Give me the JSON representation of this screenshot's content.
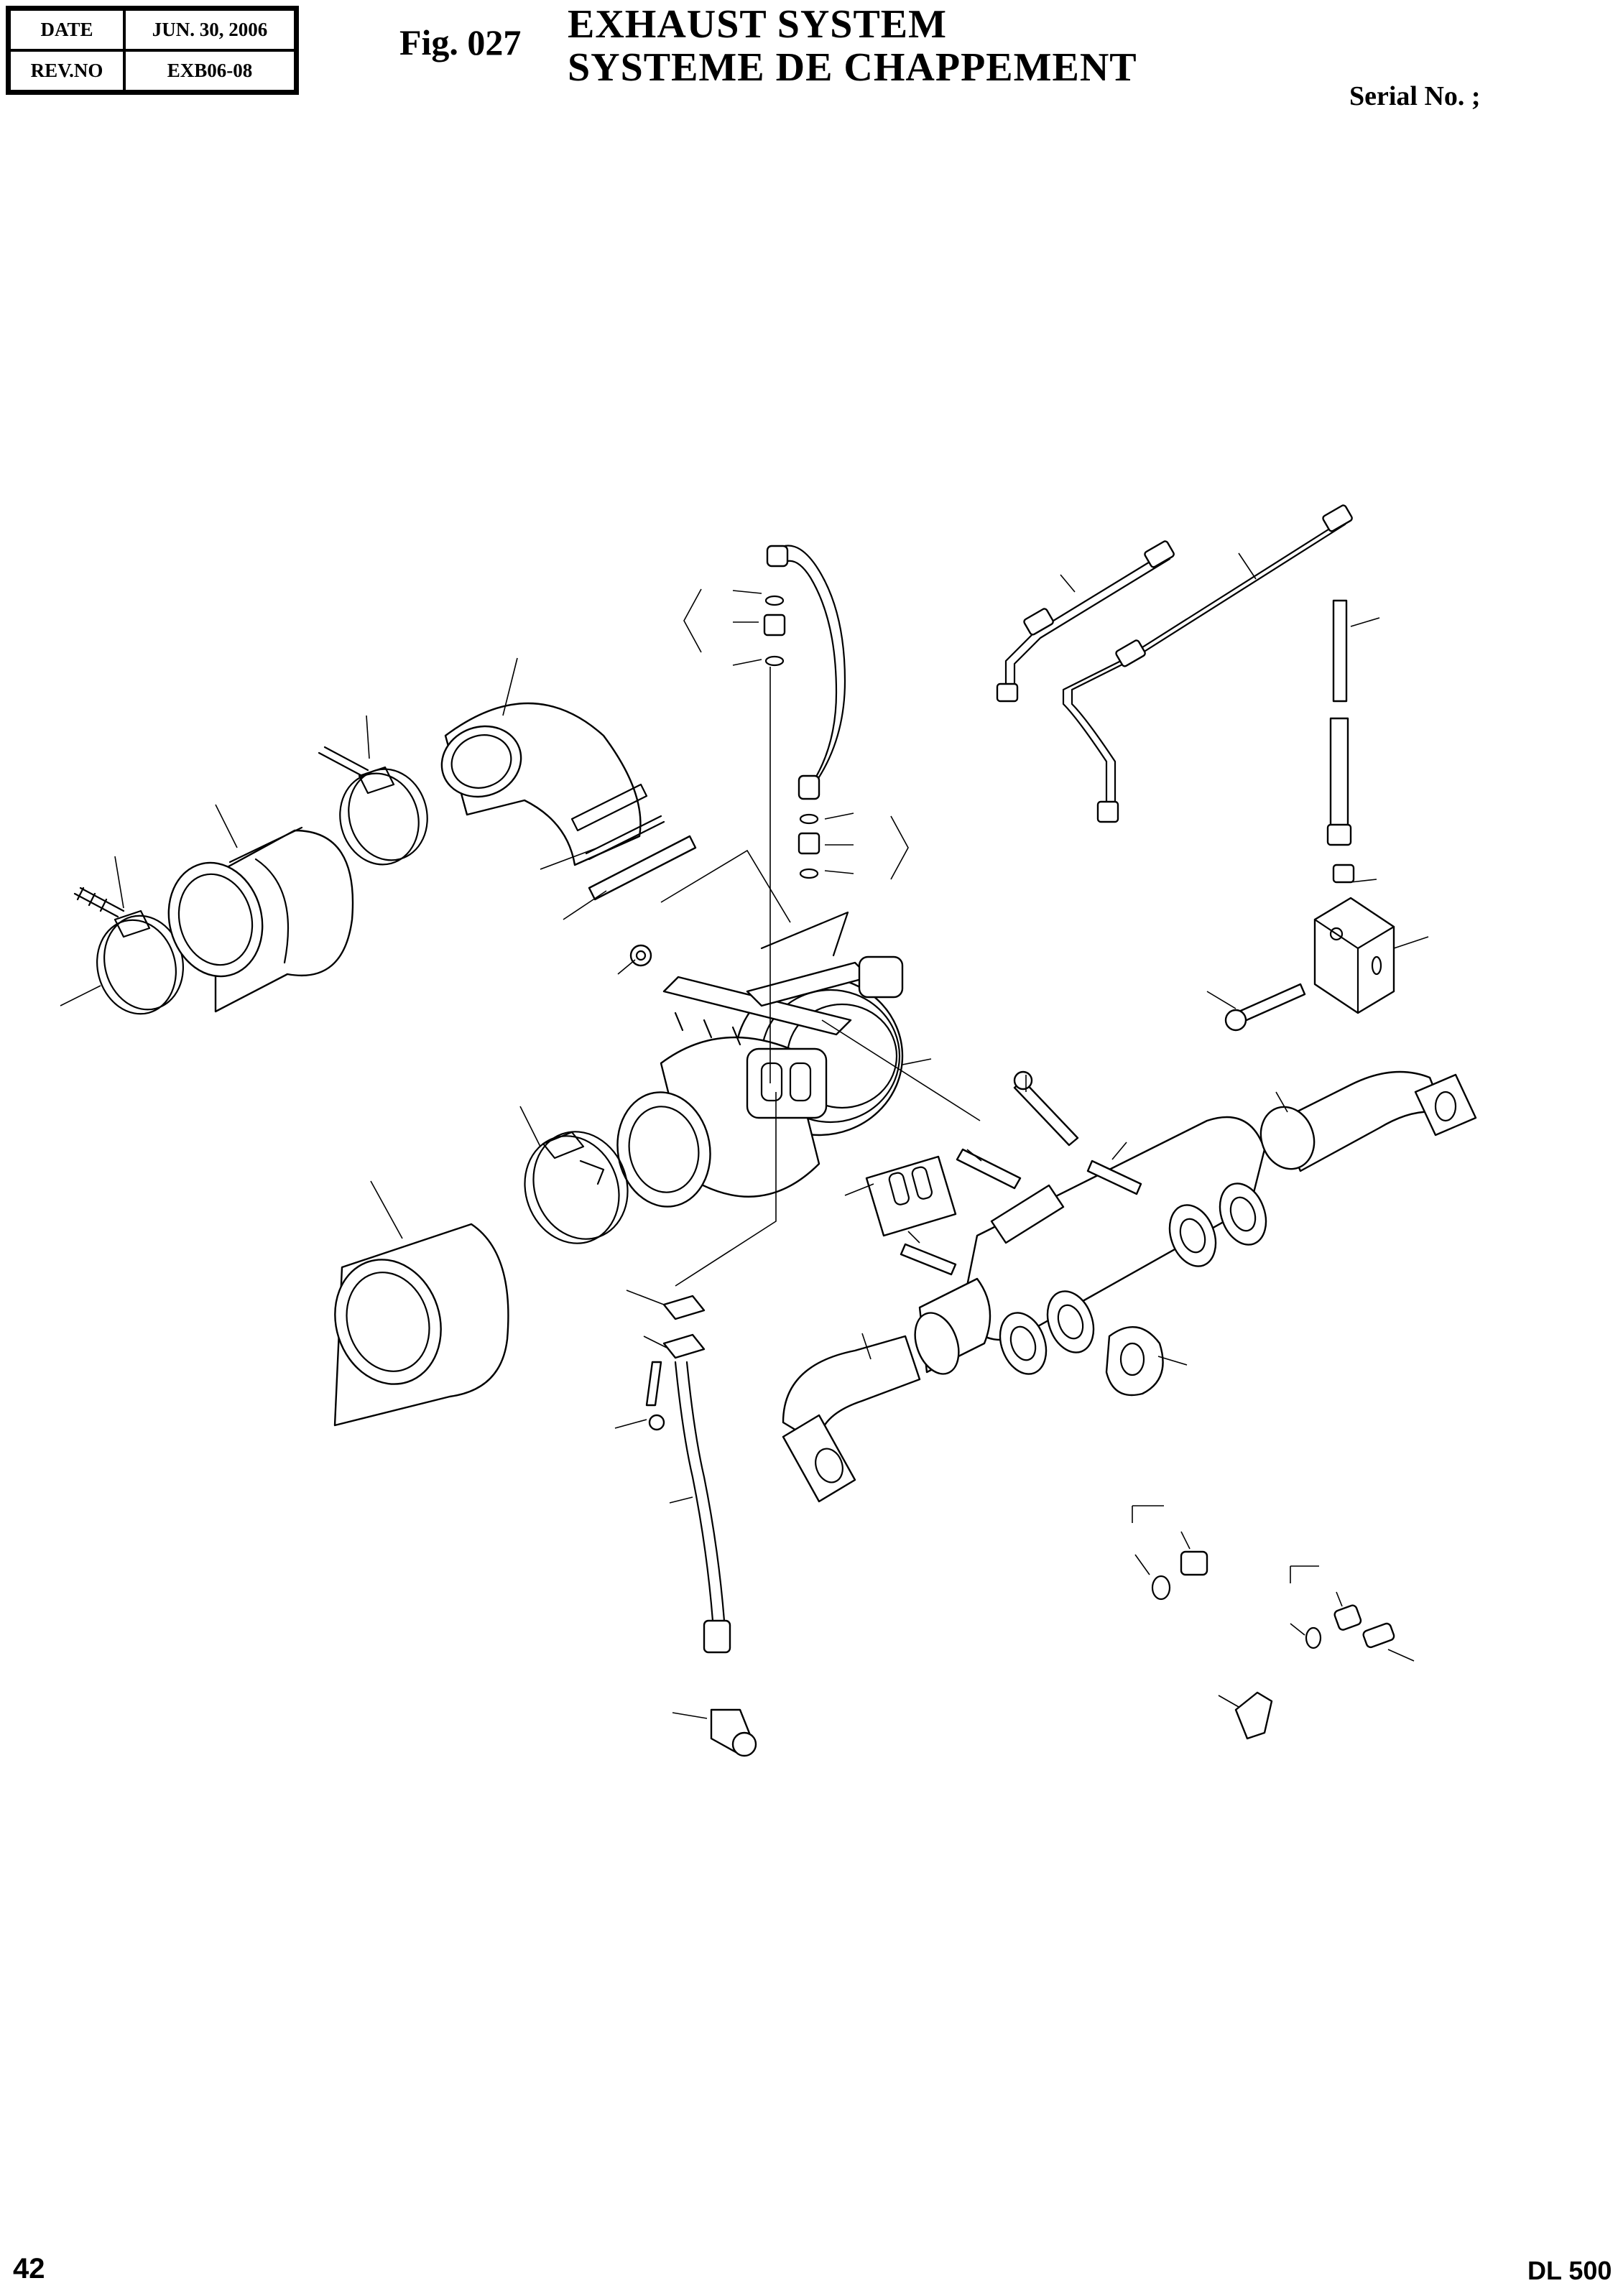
{
  "header": {
    "date_label": "DATE",
    "date_value": "JUN. 30, 2006",
    "rev_label": "REV.NO",
    "rev_value": "EXB06-08"
  },
  "figure": {
    "number": "Fig. 027",
    "title_en": "EXHAUST SYSTEM",
    "title_fr": "SYSTEME DE CHAPPEMENT",
    "serial_label": "Serial No. ;"
  },
  "footer": {
    "page_number": "42",
    "model": "DL 500"
  }
}
